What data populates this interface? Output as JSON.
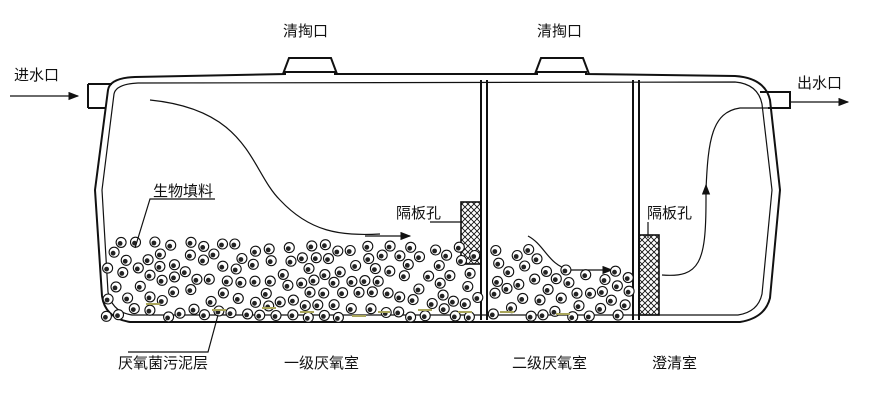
{
  "labels": {
    "cleanout_left": "清掏口",
    "cleanout_right": "清掏口",
    "inlet": "进水口",
    "outlet": "出水口",
    "bio_filler": "生物填料",
    "baffle_hole_1": "隔板孔",
    "baffle_hole_2": "隔板孔",
    "sludge_layer": "厌氧菌污泥层",
    "chamber_1": "一级厌氧室",
    "chamber_2": "二级厌氧室",
    "chamber_3": "澄清室"
  },
  "icons": {
    "inlet_arrow": "arrow-right-icon",
    "outlet_arrow": "arrow-right-icon",
    "flow_arrow": "arrow-right-icon",
    "media_ball": "filler-ball-icon",
    "baffle_screen": "crosshatch-screen-icon"
  },
  "colors": {
    "line": "#111111",
    "sludge": "#a9a55a"
  }
}
